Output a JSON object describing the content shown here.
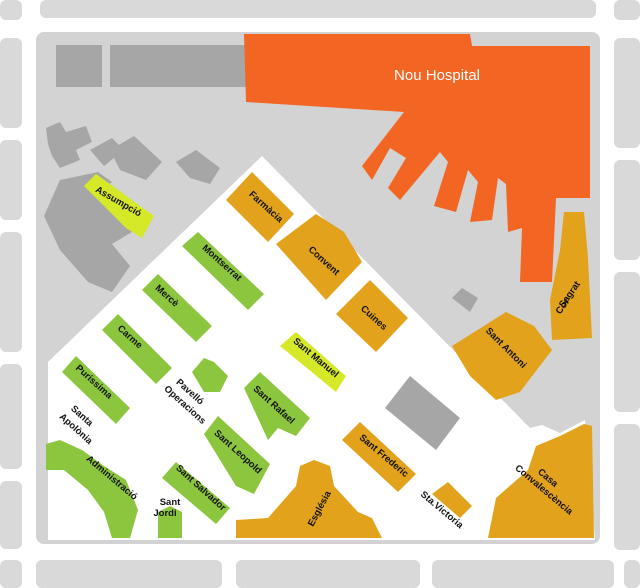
{
  "map": {
    "colors": {
      "block": "#d9d9d9",
      "campus": "#d3d3d3",
      "open_space": "#ffffff",
      "gray_building": "#a6a6a6",
      "orange": "#f26522",
      "gold": "#e2a21b",
      "green": "#8cc63f",
      "yellow_green": "#d6e929"
    },
    "labels": {
      "nou_hospital": "Nou Hospital",
      "farmacia": "Farmàcia",
      "convent": "Convent",
      "cuines": "Cuines",
      "sagrat_cor_1": "Sagrat",
      "sagrat_cor_2": "Cor",
      "sant_antoni": "Sant Antoni",
      "sant_frederic": "Sant Frederic",
      "esglesia": "Església",
      "sta_victoria": "Sta.Victoria",
      "casa_convalescencia_1": "Casa",
      "casa_convalescencia_2": "Convalescència",
      "assumpcio": "Assumpció",
      "montserrat": "Montserrat",
      "merce": "Mercè",
      "carme": "Carme",
      "purissima": "Puríssima",
      "pavello_1": "Pavelló",
      "pavello_2": "Operacions",
      "sant_manuel": "Sant Manuel",
      "sant_rafael": "Sant Rafael",
      "sant_leopold": "Sant Leopold",
      "sant_salvador": "Sant Salvador",
      "santa_apolonia_1": "Santa",
      "santa_apolonia_2": "Apolònia",
      "administracio": "Administració",
      "sant_jordi_1": "Sant",
      "sant_jordi_2": "Jordi"
    }
  }
}
